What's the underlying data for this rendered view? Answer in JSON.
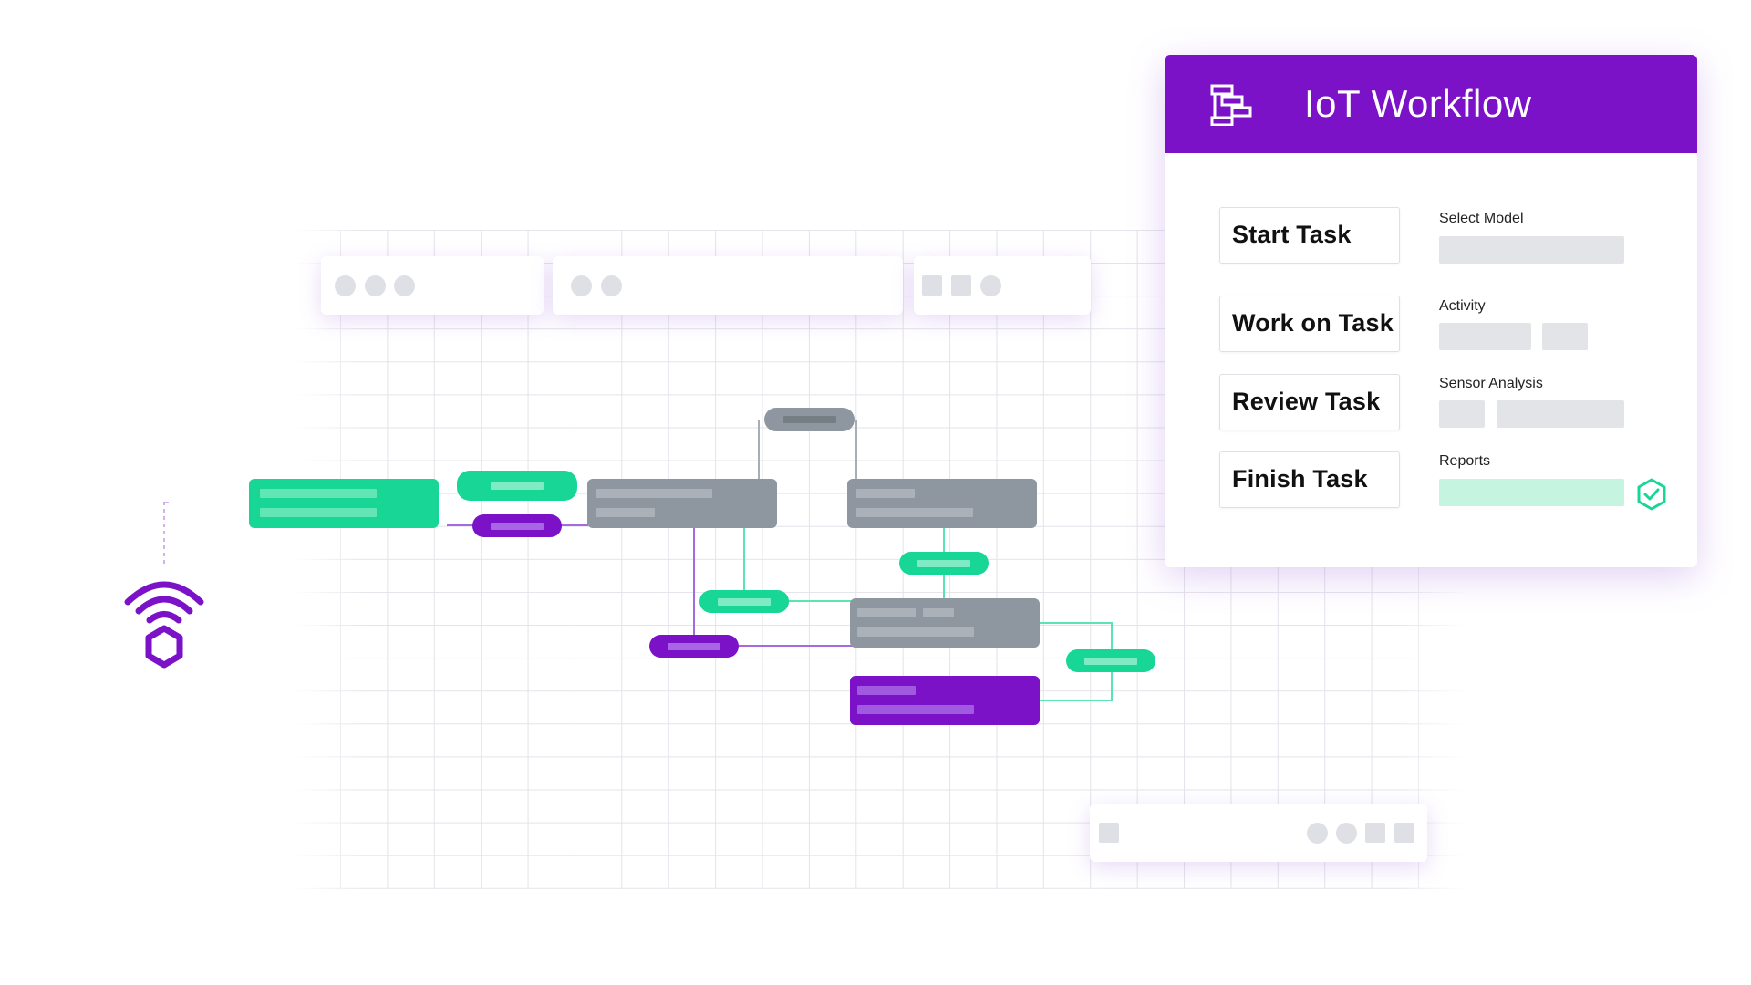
{
  "panel": {
    "title": "IoT Workflow",
    "icon": "workflow-icon",
    "header_color": "#7b12c8",
    "tasks": [
      {
        "label": "Start Task"
      },
      {
        "label": "Work on Task"
      },
      {
        "label": "Review Task"
      },
      {
        "label": "Finish Task"
      }
    ],
    "fields": [
      {
        "label": "Select Model"
      },
      {
        "label": "Activity"
      },
      {
        "label": "Sensor Analysis"
      },
      {
        "label": "Reports",
        "status_icon": "check-shield-icon"
      }
    ]
  },
  "colors": {
    "accent_purple": "#7b12c8",
    "accent_green": "#18d796",
    "node_gray": "#8e979f"
  },
  "iot_icon": "iot-device-signal-icon"
}
